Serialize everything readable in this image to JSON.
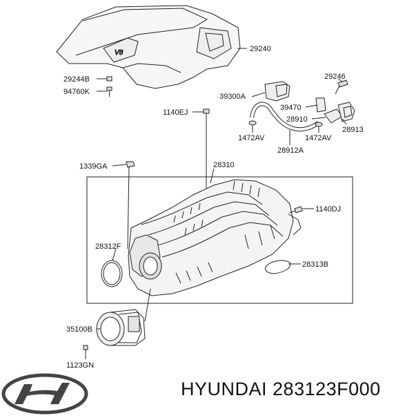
{
  "labels": {
    "p29240": "29240",
    "p29244B": "29244B",
    "p94760K": "94760K",
    "p39300A": "39300A",
    "p29246": "29246",
    "p39470": "39470",
    "p28910": "28910",
    "p28913": "28913",
    "p1140EJ": "1140EJ",
    "p1472AV_left": "1472AV",
    "p1472AV_right": "1472AV",
    "p28912A": "28912A",
    "p1339GA": "1339GA",
    "p28310": "28310",
    "p1140DJ": "1140DJ",
    "p28312F": "28312F",
    "p28313B": "28313B",
    "p35100B": "35100B",
    "p1123GN": "1123GN"
  },
  "footer": {
    "brand": "HYUNDAI",
    "part_number": "283123F000"
  },
  "cover_emblem": "V8",
  "icons": [
    "hyundai-logo-icon"
  ]
}
